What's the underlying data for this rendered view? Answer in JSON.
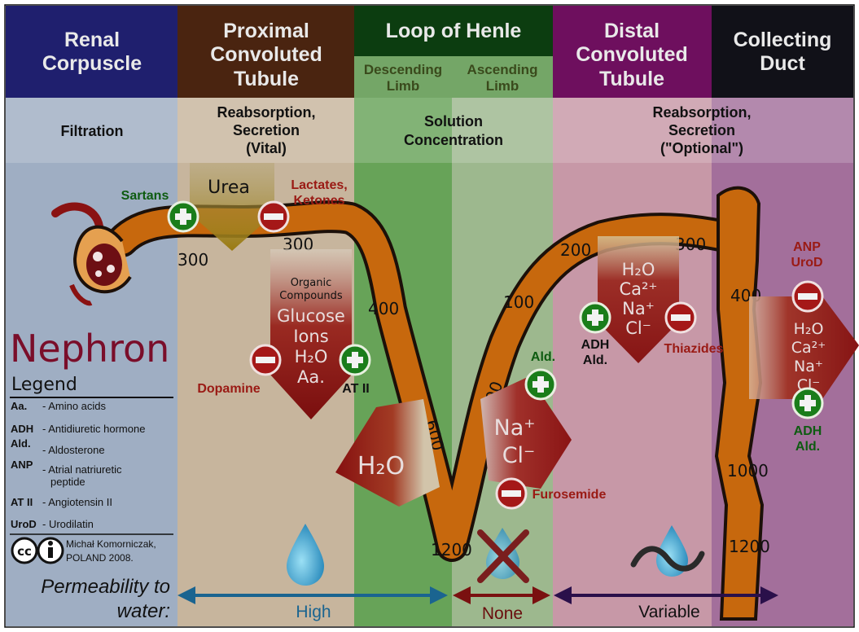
{
  "headers": {
    "renal_corpuscle": [
      "Renal",
      "Corpuscle"
    ],
    "proximal": [
      "Proximal",
      "Convoluted",
      "Tubule"
    ],
    "loop": "Loop of Henle",
    "descending": [
      "Descending",
      "Limb"
    ],
    "ascending": [
      "Ascending",
      "Limb"
    ],
    "distal": [
      "Distal",
      "Convoluted",
      "Tubule"
    ],
    "collecting": [
      "Collecting",
      "Duct"
    ]
  },
  "functions": {
    "filtration": "Filtration",
    "proximal": [
      "Reabsorption,",
      "Secretion",
      "(Vital)"
    ],
    "loop": [
      "Solution",
      "Concentration"
    ],
    "distal": [
      "Reabsorption,",
      "Secretion",
      "(\"Optional\")"
    ]
  },
  "osmolarity": [
    "300",
    "300",
    "400",
    "600",
    "1200",
    "400",
    "100",
    "200",
    "300",
    "400",
    "1000",
    "1200"
  ],
  "substances": {
    "urea": "Urea",
    "organic": [
      "Organic",
      "Compounds"
    ],
    "pct_items": [
      "Glucose",
      "Ions",
      "H₂O",
      "Aa."
    ],
    "water": "H₂O",
    "na_cl": [
      "Na⁺",
      "Cl⁻"
    ],
    "dct_items": [
      "H₂O",
      "Ca²⁺",
      "Na⁺",
      "Cl⁻"
    ],
    "cd_items": [
      "H₂O",
      "Ca²⁺",
      "Na⁺",
      "Cl⁻"
    ]
  },
  "modulators": {
    "sartans": "Sartans",
    "lactates": [
      "Lactates,",
      "Ketones"
    ],
    "dopamine": "Dopamine",
    "at2": "AT II",
    "ald": "Ald.",
    "furosemide": "Furosemide",
    "adh_ald_dct": [
      "ADH",
      "Ald."
    ],
    "thiazides": "Thiazides",
    "anp": [
      "ANP",
      "UroD"
    ],
    "adh_ald_cd": [
      "ADH",
      "Ald."
    ]
  },
  "title": "Nephron",
  "legend": {
    "title": "Legend",
    "items": [
      {
        "abbr": "Aa.",
        "desc": [
          "- Amino acids"
        ]
      },
      {
        "abbr": "ADH",
        "desc": [
          "- Antidiuretic hormone"
        ]
      },
      {
        "abbr": "Ald.",
        "desc": [
          "- Aldosterone"
        ]
      },
      {
        "abbr": "ANP",
        "desc": [
          "- Atrial natriuretic",
          "peptide"
        ]
      },
      {
        "abbr": "AT II",
        "desc": [
          "- Angiotensin II"
        ]
      },
      {
        "abbr": "UroD",
        "desc": [
          "- Urodilatin"
        ]
      }
    ]
  },
  "credit": [
    "Michał Komorniczak,",
    "POLAND 2008."
  ],
  "cc_label": "cc",
  "permeability": {
    "label": [
      "Permeability to",
      "water:"
    ],
    "high": "High",
    "none": "None",
    "variable": "Variable"
  },
  "colors": {
    "renal_header": "#1f1f6e",
    "proximal_header": "#4a2410",
    "loop_header": "#0c3d10",
    "distal_header": "#6e0f5e",
    "collecting_header": "#111118",
    "tubule": "#c7680d",
    "plus": "#1a7d1a",
    "minus": "#a51818"
  }
}
